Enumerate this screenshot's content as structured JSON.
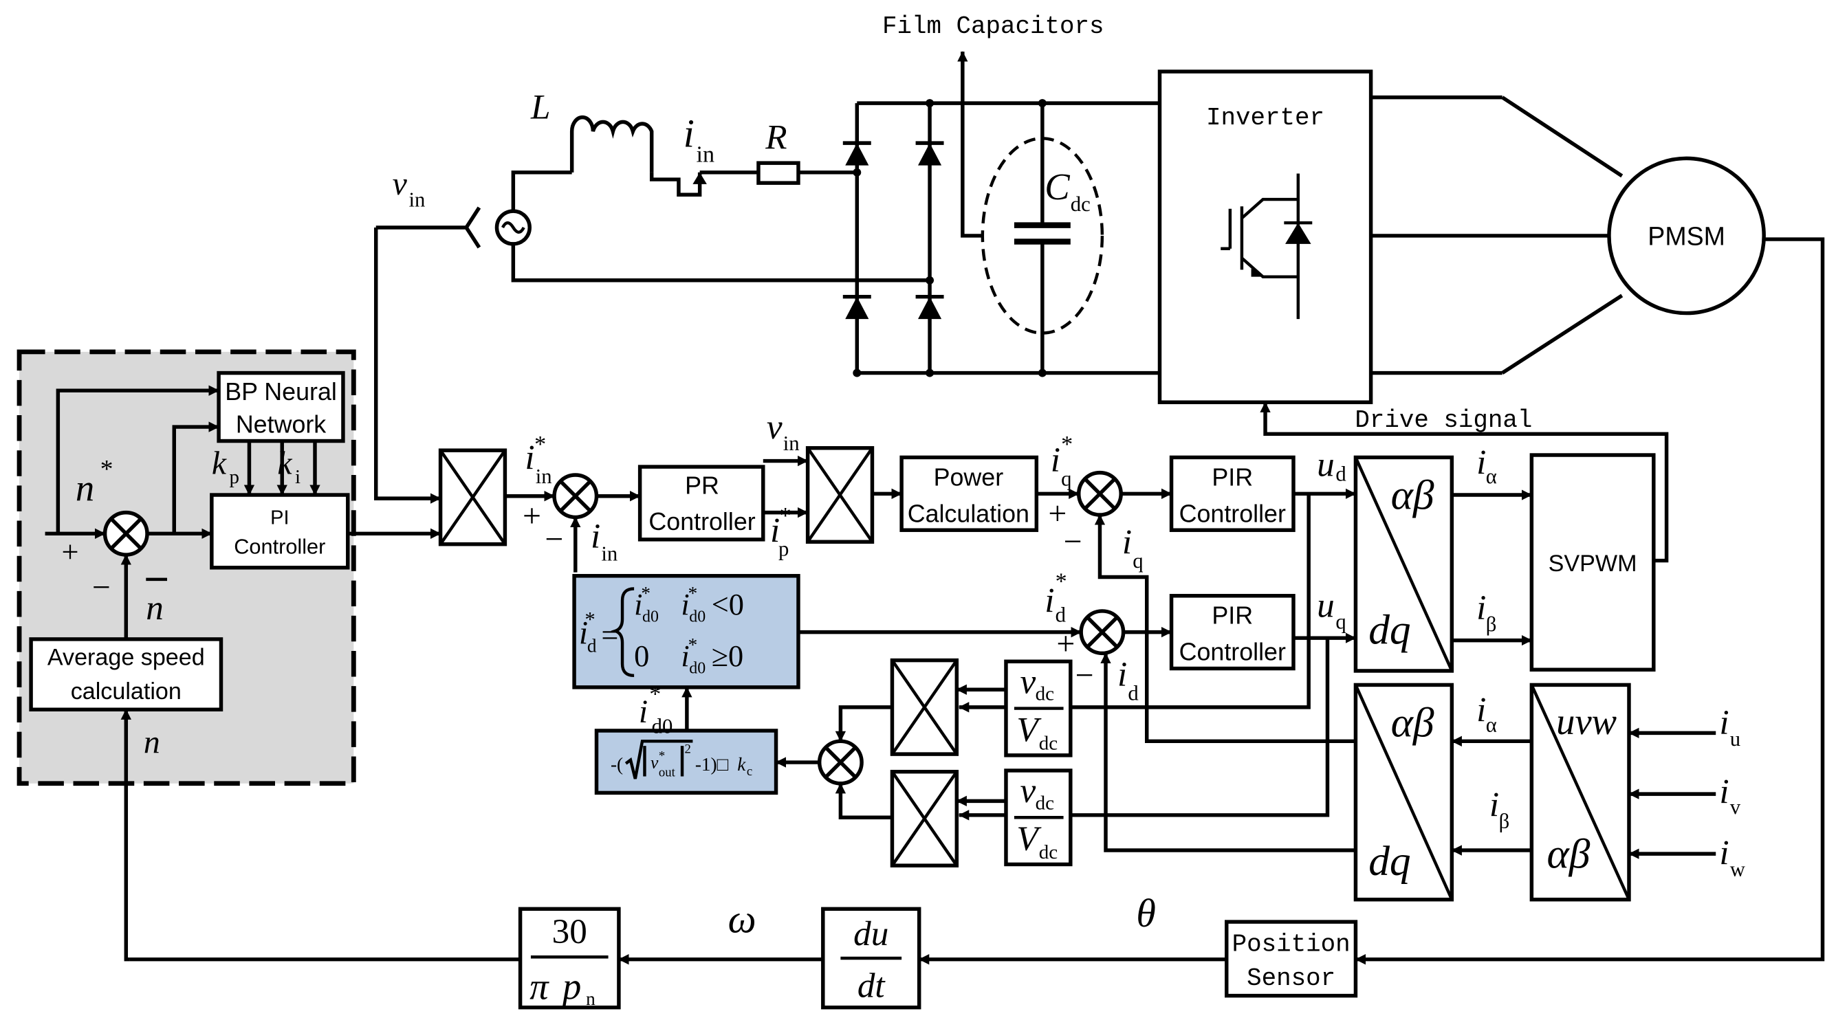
{
  "colors": {
    "line": "#000000",
    "panel": "#d9d9d9",
    "highlight": "#b8cce4"
  },
  "circuit": {
    "film_caps": "Film Capacitors",
    "L": "L",
    "i": "i",
    "in": "in",
    "R": "R",
    "v": "v",
    "C": "C",
    "dc": "dc",
    "inverter": "Inverter",
    "pmsm": "PMSM",
    "drive": "Drive signal"
  },
  "speed": {
    "bp1": "BP Neural",
    "bp2": "Network",
    "n": "n",
    "star": "*",
    "k": "k",
    "p": "p",
    "i": "i",
    "pi1": "PI",
    "pi2": "Controller",
    "plus": "+",
    "minus": "−",
    "avg1": "Average speed",
    "avg2": "calculation"
  },
  "ctrl": {
    "i": "i",
    "in": "in",
    "star": "*",
    "plus": "+",
    "minus": "−",
    "pr1": "PR",
    "pr2": "Controller",
    "v": "v",
    "p": "p",
    "pc1": "Power",
    "pc2": "Calculation",
    "q": "q",
    "d": "d",
    "u": "u",
    "pir1": "PIR",
    "pir2": "Controller",
    "alpha": "α",
    "beta": "β",
    "ab": "αβ",
    "dq": "dq",
    "uvw": "uvw",
    "svpwm": "SVPWM",
    "dc": "dc",
    "V": "V",
    "w": "w",
    "vv": "v",
    "uu": "u",
    "d0": "d0",
    "f_eq": "=",
    "f_lt": "<0",
    "f_ge": "≥0",
    "f_zero": "0",
    "k_a": "-(",
    "k_b": "-1)□",
    "k_c": "k",
    "k_sub": "c",
    "out": "out",
    "two": "2",
    "thirty": "30",
    "pi": "π",
    "pn": "p",
    "nsub": "n",
    "du": "du",
    "dt": "dt",
    "omega": "ω",
    "theta": "θ",
    "pos1": "Position",
    "pos2": "Sensor"
  }
}
